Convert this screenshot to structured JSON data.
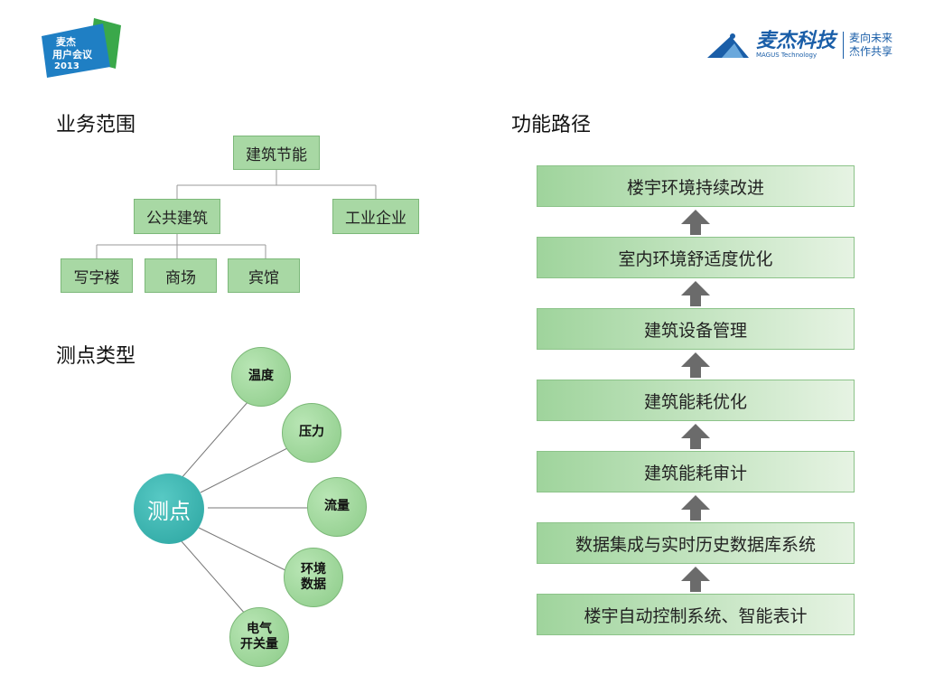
{
  "logo": {
    "line1": "麦杰",
    "line2": "用户会议",
    "line3": "2013"
  },
  "brand": {
    "name": "麦杰科技",
    "sub": "MAGUS Technology",
    "slogan1": "麦向未来",
    "slogan2": "杰作共享"
  },
  "business": {
    "heading": "业务范围",
    "root": "建筑节能",
    "level2": [
      "公共建筑",
      "工业企业"
    ],
    "level3": [
      "写字楼",
      "商场",
      "宾馆"
    ]
  },
  "points": {
    "heading": "测点类型",
    "hub": "测点",
    "nodes": [
      "温度",
      "压力",
      "流量",
      "环境\n数据",
      "电气\n开关量"
    ]
  },
  "path": {
    "heading": "功能路径",
    "steps": [
      "楼宇环境持续改进",
      "室内环境舒适度优化",
      "建筑设备管理",
      "建筑能耗优化",
      "建筑能耗审计",
      "数据集成与实时历史数据库系统",
      "楼宇自动控制系统、智能表计"
    ]
  },
  "colors": {
    "box": "#a8d8a4",
    "hub": "#2aa4a0",
    "arrow": "#6b6b6b",
    "brand": "#1a5ea8"
  }
}
